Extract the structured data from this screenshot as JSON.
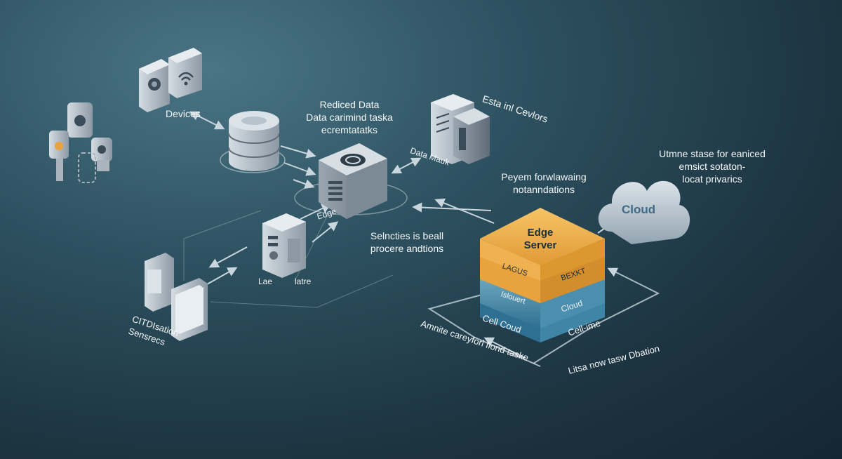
{
  "labels": {
    "devices": "Devices",
    "reduced_line1": "Rediced Data",
    "reduced_line2": "Data carimind taska",
    "reduced_line3": "ecremtatatks",
    "esta_label": "Esta inl Cevlors",
    "data_mauk": "Data Mauk",
    "edge_small": "Edge",
    "peyem_line1": "Peyem forwlawaing",
    "peyem_line2": "notanndations",
    "utmne_line1": "Utmne stase for eaniced",
    "utmne_line2": "emsict sotaton-",
    "utmne_line3": "locat privarics",
    "cloud": "Cloud",
    "selncties_line1": "Selncties is beall",
    "selncties_line2": "procere andtions",
    "edge_server_line1": "Edge",
    "edge_server_line2": "Server",
    "layer_left_top": "LAGUS",
    "layer_right_top": "BEXKT",
    "layer_left_mid": "Islouert",
    "layer_right_mid": "Cloud",
    "cell_cloud": "Cell Coud",
    "cell_time": "Cell-ime",
    "lae": "Lae",
    "latre": "latre",
    "sensors_line1": "CITDIsation",
    "sensors_line2": "Sensrecs",
    "amnite": "Amnite careyforl fiond taske",
    "litsa": "Litsa now tasw Dbation"
  },
  "colors": {
    "edge_server_top": "#f0b250",
    "edge_server_mid": "#e8a23e",
    "edge_server_lower": "#6fa8be",
    "edge_server_bottom": "#3f86a6",
    "device_gray": "#a9b4bd",
    "cloud_fill": "#c4cfd8"
  }
}
